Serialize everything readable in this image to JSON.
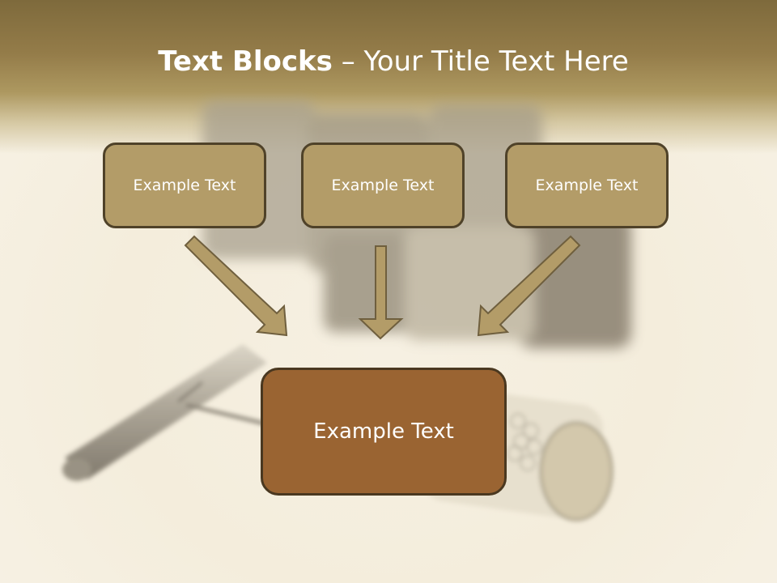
{
  "slide": {
    "title_bold": "Text Blocks",
    "title_rest": " – Your Title Text Here"
  },
  "blocks": {
    "top_left": "Example Text",
    "top_middle": "Example Text",
    "top_right": "Example Text",
    "bottom_center": "Example Text"
  },
  "colors": {
    "header": "#947c49",
    "box_fill": "#b39c68",
    "box_border": "#4f4229",
    "center_box_fill": "#9a6432",
    "arrow_fill": "#b39c68",
    "background": "#f6f0e2"
  }
}
